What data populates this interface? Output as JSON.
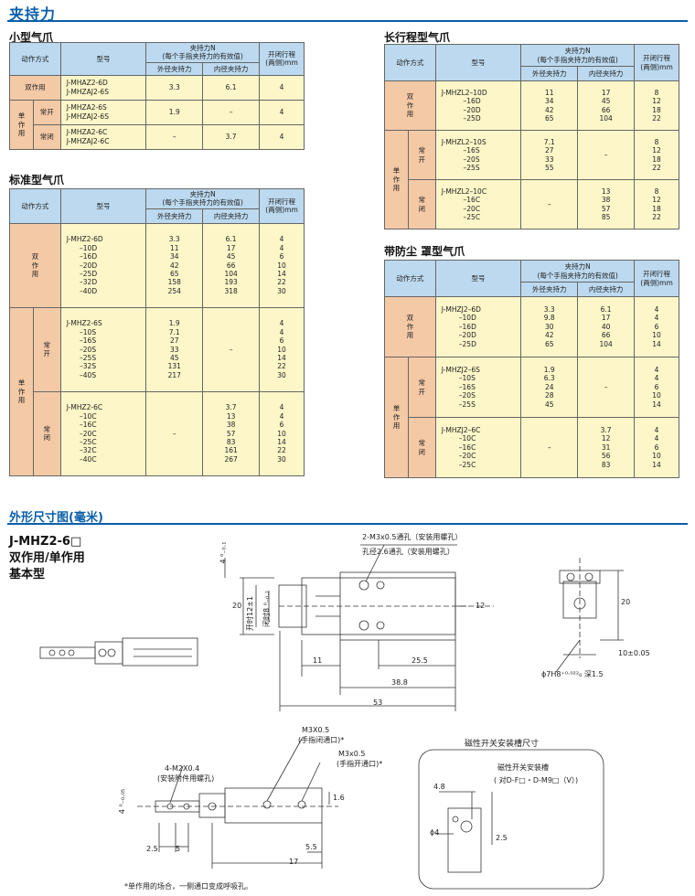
{
  "main_title": "夹持力",
  "small": {
    "title": "小型气爪",
    "h": {
      "mode": "动作方式",
      "model": "型号",
      "force": "夹持力N\n(每个手指夹持力的有效值)",
      "outer": "外径夹持力",
      "inner": "内径夹持力",
      "stroke": "开闭行程\n(两侧)mm"
    },
    "rows": [
      {
        "m1": "双作用",
        "model": "J-MHAZ2-6D\nJ-MHZAJ2-6S",
        "o": "3.3",
        "i": "6.1",
        "s": "4"
      },
      {
        "m1": "单\n作\n用",
        "m2": "常开",
        "model": "J-MHZA2-6S\nJ-MHZAJ2-6S",
        "o": "1.9",
        "i": "–",
        "s": "4"
      },
      {
        "m2": "常闭",
        "model": "J-MHZA2-6C\nJ-MHZAJ2-6C",
        "o": "–",
        "i": "3.7",
        "s": "4"
      }
    ]
  },
  "std": {
    "title": "标准型气爪",
    "h": {
      "mode": "动作方式",
      "model": "型号",
      "force": "夹持力N\n(每个手指夹持力的有效值)",
      "outer": "外径夹持力",
      "inner": "内径夹持力",
      "stroke": "开闭行程\n(两侧)mm"
    },
    "dbl": {
      "m1": "双\n作\n用",
      "model": "J-MHZ2-6D\n      –10D\n      –16D\n      –20D\n      –25D\n      –32D\n      –40D",
      "o": "3.3\n11\n34\n42\n65\n158\n254",
      "i": "6.1\n17\n45\n66\n104\n193\n318",
      "s": "4\n4\n6\n10\n14\n22\n30"
    },
    "sgl": "单\n作\n用",
    "no": {
      "m2": "常\n开",
      "model": "J-MHZ2-6S\n      –10S\n      –16S\n      –20S\n      –25S\n      –32S\n      –40S",
      "o": "1.9\n7.1\n27\n33\n45\n131\n217",
      "i": "–",
      "s": "4\n4\n6\n10\n14\n22\n30"
    },
    "nc": {
      "m2": "常\n闭",
      "model": "J-MHZ2-6C\n      –10C\n      –16C\n      –20C\n      –25C\n      –32C\n      –40C",
      "o": "–",
      "i": "3.7\n13\n38\n57\n83\n161\n267",
      "s": "4\n4\n6\n10\n14\n22\n30"
    }
  },
  "long": {
    "title": "长行程型气爪",
    "h": {
      "mode": "动作方式",
      "model": "型号",
      "force": "夹持力N\n(每个手指夹持力的有效值)",
      "outer": "外径夹持力",
      "inner": "内径夹持力",
      "stroke": "开闭行程\n(两侧)mm"
    },
    "dbl": {
      "m1": "双\n作\n用",
      "model": "J-MHZL2–10D\n          –16D\n          –20D\n          –25D",
      "o": "11\n34\n42\n65",
      "i": "17\n45\n66\n104",
      "s": "8\n12\n18\n22"
    },
    "sgl": "单\n作\n用",
    "no": {
      "m2": "常\n开",
      "model": "J-MHZL2–10S\n          –16S\n          –20S\n          –25S",
      "o": "7.1\n27\n33\n55",
      "i": "–",
      "s": "8\n12\n18\n22"
    },
    "nc": {
      "m2": "常\n闭",
      "model": "J-MHZL2–10C\n          –16C\n          –20C\n          –25C",
      "o": "–",
      "i": "13\n38\n57\n85",
      "s": "8\n12\n18\n22"
    }
  },
  "dust": {
    "title": "带防尘 罩型气爪",
    "h": {
      "mode": "动作方式",
      "model": "型号",
      "force": "夹持力N\n(每个手指夹持力的有效值)",
      "outer": "外径夹持力",
      "inner": "内径夹持力",
      "stroke": "开闭行程\n(两侧)mm"
    },
    "dbl": {
      "m1": "双\n作\n用",
      "model": "J-MHZJ2–6D\n        –10D\n        –16D\n        –20D\n        –25D",
      "o": "3.3\n9.8\n30\n42\n65",
      "i": "6.1\n17\n40\n66\n104",
      "s": "4\n4\n6\n10\n14"
    },
    "sgl": "单\n作\n用",
    "no": {
      "m2": "常\n开",
      "model": "J-MHZJ2–6S\n        –10S\n        –16S\n        –20S\n        –25S",
      "o": "1.9\n6.3\n24\n28\n45",
      "i": "–",
      "s": "4\n4\n6\n10\n14"
    },
    "nc": {
      "m2": "常\n闭",
      "model": "J-MHZJ2–6C\n        –10C\n        –16C\n        –20C\n        –25C",
      "o": "–",
      "i": "3.7\n12\n31\n56\n83",
      "s": "4\n4\n6\n10\n14"
    }
  },
  "outline": {
    "title": "外形尺寸图(毫米)",
    "model": "J-MHZ2-6□",
    "sub1": "双作用/单作用",
    "sub2": "基本型",
    "labels": {
      "hole1": "2-M3x0.5通孔（安装用螺孔）",
      "hole2": "孔径2.6通孔（安装用螺孔）",
      "d4": "4 ⁰₋₀.₁",
      "d20": "20",
      "d12": "12",
      "d11": "11",
      "d255": "25.5",
      "d388": "38.8",
      "d53": "53",
      "open": "开时12±1",
      "close": "闭时8 ⁰₋₀.₂",
      "r20": "20",
      "r10": "10±0.05",
      "r7h8": "ϕ7H8⁺⁰·⁰²²₀ 深1.5",
      "m2": "4-M2X0.4",
      "m2b": "(安装附件用螺孔)",
      "m3a": "M3X0.5",
      "m3ab": "(手指闭通口)*",
      "m3b": "M3x0.5",
      "m3bb": "(手指开通口)*",
      "b4": "4 ⁰₋₀.₀₅",
      "b16": "1.6",
      "b25": "2.5",
      "b5": "5",
      "b55": "5.5",
      "b17": "17",
      "note": "*单作用的场合，一侧通口变成呼吸孔。",
      "sw_title": "磁性开关安装槽尺寸",
      "sw1": "磁性开关安装槽",
      "sw2": "( 对D-F□・D-M9□（V）)",
      "sw48": "4.8",
      "swphi": "ϕ4",
      "sw25": "2.5"
    }
  }
}
